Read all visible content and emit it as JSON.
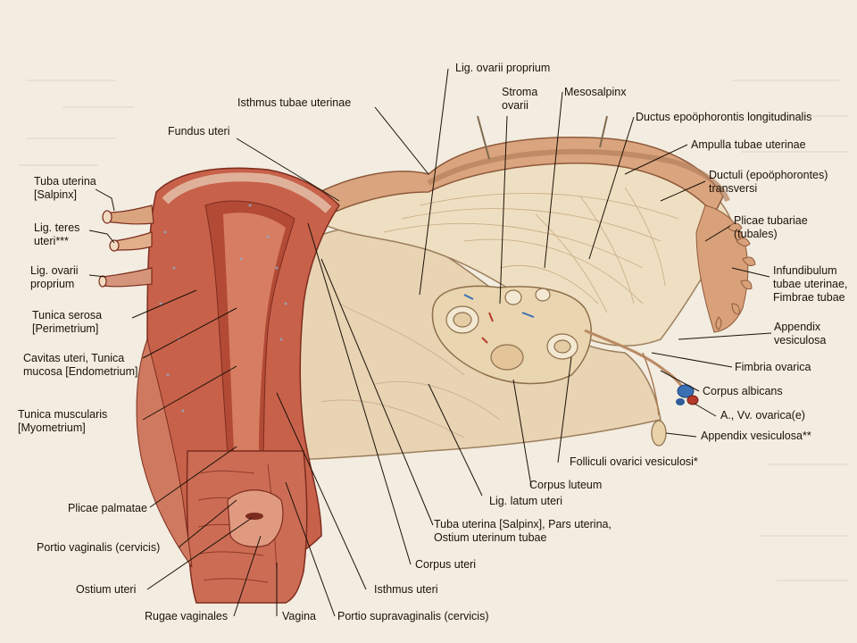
{
  "labels": {
    "tuba_uterina": "Tuba uterina\n[Salpinx]",
    "lig_teres": "Lig. teres\nuteri***",
    "lig_ovarii_left": "Lig. ovarii\nproprium",
    "tunica_serosa": "Tunica serosa\n[Perimetrium]",
    "cavitas": "Cavitas uteri, Tunica\nmucosa [Endometrium]",
    "tunica_muscularis": "Tunica muscularis\n[Myometrium]",
    "plicae_palmatae": "Plicae palmatae",
    "portio_vaginalis": "Portio vaginalis (cervicis)",
    "ostium_uteri": "Ostium uteri",
    "rugae": "Rugae vaginales",
    "vagina": "Vagina",
    "portio_supra": "Portio supravaginalis (cervicis)",
    "isthmus_uteri": "Isthmus uteri",
    "corpus_uteri": "Corpus uteri",
    "tuba_pars": "Tuba uterina [Salpinx], Pars uterina,\nOstium uterinum tubae",
    "lig_latum": "Lig. latum uteri",
    "corpus_luteum": "Corpus luteum",
    "folliculi": "Folliculi ovarici vesiculosi*",
    "appendix_2": "Appendix vesiculosa**",
    "a_vv": "A., Vv. ovarica(e)",
    "corpus_albicans": "Corpus albicans",
    "fimbria": "Fimbria ovarica",
    "appendix_1": "Appendix\nvesiculosa",
    "infundibulum": "Infundibulum\ntubae uterinae,\nFimbrae tubae",
    "plicae_tubariae": "Plicae tubariae\n(tubales)",
    "ductuli": "Ductuli (epoöphorontes)\ntransversi",
    "ampulla": "Ampulla tubae uterinae",
    "ductus": "Ductus epoöphorontis longitudinalis",
    "mesosalpinx": "Mesosalpinx",
    "stroma": "Stroma\novarii",
    "lig_ovarii_top": "Lig. ovarii proprium",
    "isthmus_tubae": "Isthmus tubae uterinae",
    "fundus": "Fundus uteri"
  },
  "colors": {
    "background": "#f3ece0",
    "uterus": "#c8614a",
    "uterus_dark": "#9a3b2c",
    "ligament": "#e2c9a6",
    "tube": "#d9a47e",
    "ovary": "#e5d2ad",
    "leader": "#1b1208"
  }
}
